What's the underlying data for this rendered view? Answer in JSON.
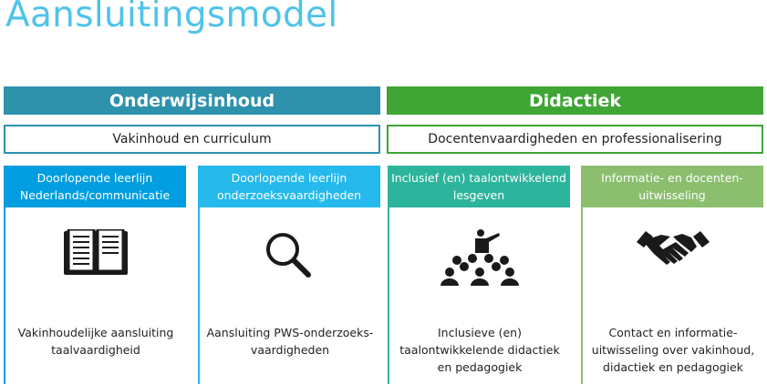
{
  "title": "Aansluitingsmodel",
  "columns": [
    {
      "heading": "Onderwijsinhoud",
      "subheading": "Vakinhoud en curriculum",
      "color": "#2e92ad"
    },
    {
      "heading": "Didactiek",
      "subheading": "Docentenvaardigheden en professionalisering",
      "color": "#3fa535"
    }
  ],
  "cards": [
    {
      "header": "Doorlopende leerlijn Nederlands/communicatie",
      "icon": "book-icon",
      "text": "Vakinhoudelijke aansluiting taalvaardigheid",
      "color": "#009ee0"
    },
    {
      "header": "Doorlopende leerlijn onderzoeksvaardigheden",
      "icon": "magnifier-icon",
      "text": "Aansluiting PWS-onderzoeks-vaardigheden",
      "color": "#25b9ec"
    },
    {
      "header": "Inclusief (en) taalontwikkelend lesgeven",
      "icon": "audience-icon",
      "text": "Inclusieve (en) taalontwikkelende didactiek en pedagogiek",
      "color": "#2cb49c"
    },
    {
      "header": "Informatie- en docenten-uitwisseling",
      "icon": "handshake-icon",
      "text": "Contact en informatie-uitwisseling over vakinhoud, didactiek en pedagogiek",
      "color": "#8bbf6e"
    }
  ]
}
